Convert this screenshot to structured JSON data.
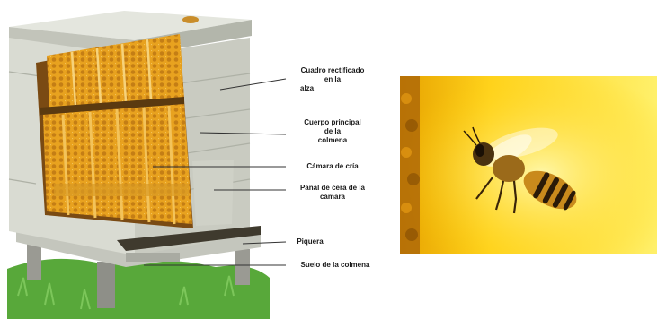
{
  "diagram": {
    "labels": [
      {
        "id": "label-alza",
        "lines": [
          "Cuadro rectificado",
          "en la",
          "alza"
        ]
      },
      {
        "id": "label-cuerpo",
        "lines": [
          "Cuerpo principal",
          "de la",
          "colmena"
        ]
      },
      {
        "id": "label-camara",
        "lines": [
          "Cámara de cría"
        ]
      },
      {
        "id": "label-panal",
        "lines": [
          "Panal de cera de la",
          "cámara"
        ]
      },
      {
        "id": "label-piquera",
        "lines": [
          "Piquera"
        ]
      },
      {
        "id": "label-suelo",
        "lines": [
          "Suelo de la colmena"
        ]
      }
    ],
    "colors": {
      "wood": "#d9dbd2",
      "wood_shadow": "#b9bcb1",
      "comb": "#e8a21f",
      "comb_dark": "#b8731a",
      "grass": "#58a83a",
      "leader": "#333333"
    }
  },
  "photo": {
    "subject": "bee-photo",
    "colors": {
      "bg_light": "#ffe25c",
      "bg_dark": "#f0b000",
      "bee_body": "#c98a1c",
      "bee_stripe": "#2a1a08"
    }
  }
}
